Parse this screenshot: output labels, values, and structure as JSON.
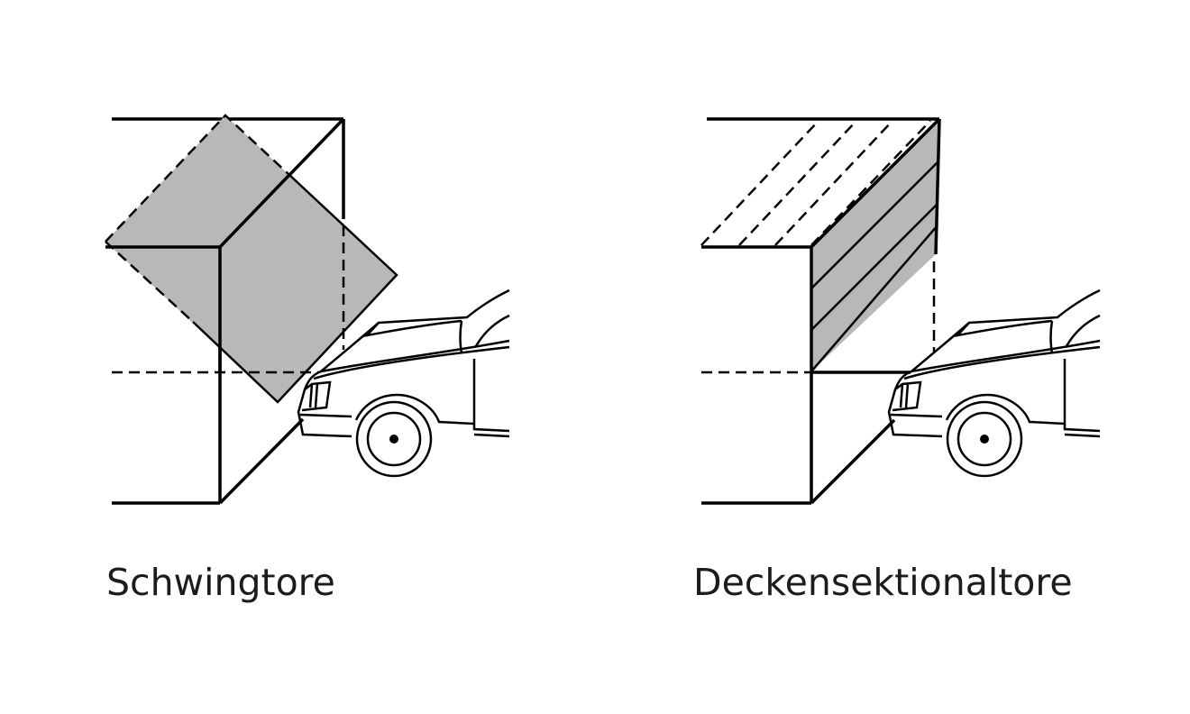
{
  "diagrams": [
    {
      "caption": "Schwingtore",
      "door_style": "up-and-over (swing) door"
    },
    {
      "caption": "Deckensektionaltore",
      "door_style": "ceiling sectional door"
    }
  ],
  "colors": {
    "line": "#000000",
    "door_fill": "#b8b8b8",
    "caption": "#1c1c1c",
    "background": "#ffffff"
  },
  "icons": [
    "car-icon",
    "car-icon"
  ]
}
